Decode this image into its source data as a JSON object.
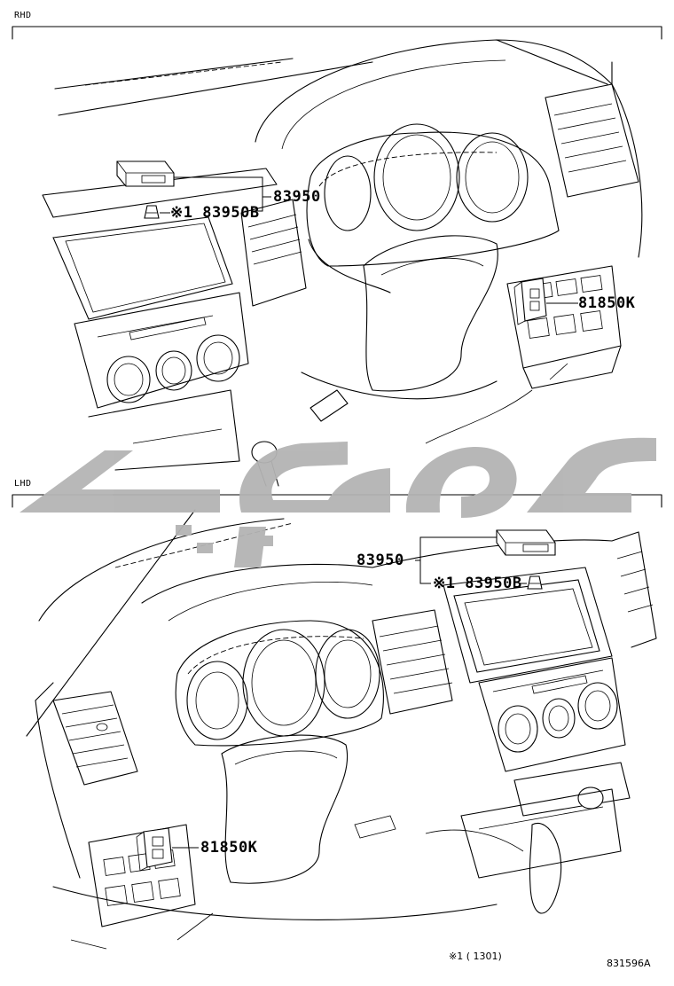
{
  "sections": [
    {
      "id": "rhd",
      "tag": "RHD",
      "callouts": [
        {
          "id": "83950",
          "label": "83950"
        },
        {
          "id": "83950b",
          "label": "※1 83950B"
        },
        {
          "id": "81850k",
          "label": "81850K"
        }
      ]
    },
    {
      "id": "lhd",
      "tag": "LHD",
      "callouts": [
        {
          "id": "83950",
          "label": "83950"
        },
        {
          "id": "83950b",
          "label": "※1 83950B"
        },
        {
          "id": "81850k",
          "label": "81850K"
        }
      ]
    }
  ],
  "footer": {
    "note": "※1 (         1301)",
    "figure_code": "831596A"
  },
  "watermark": {
    "color": "#b4b4b4",
    "icon": "arabic-logo-watermark"
  }
}
